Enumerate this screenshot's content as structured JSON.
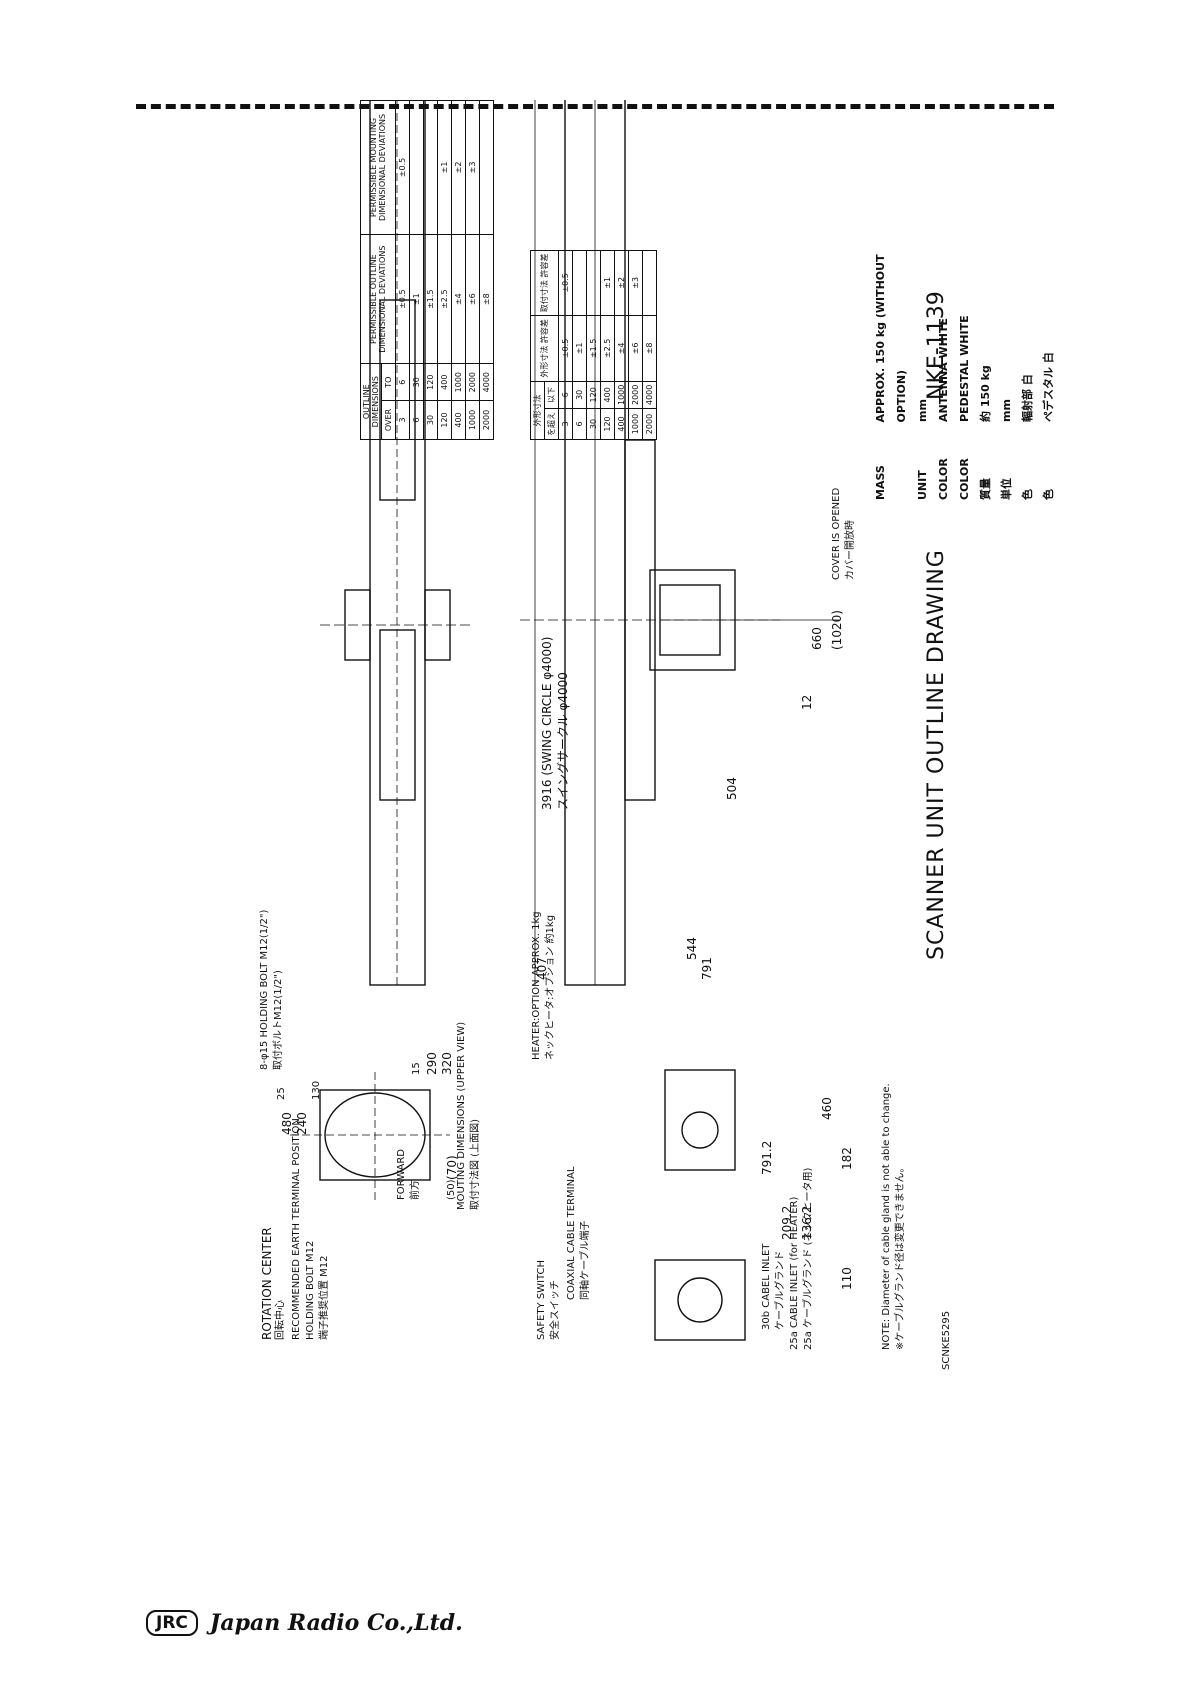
{
  "header": {
    "rule": "dashed"
  },
  "title": "SCANNER UNIT OUTLINE DRAWING",
  "model": "NKE-1139",
  "drawing_number": "SCNKE5295",
  "company": {
    "badge": "JRC",
    "name": "Japan Radio Co.,Ltd."
  },
  "specs": [
    {
      "label": "MASS",
      "value": "APPROX. 150 kg (WITHOUT OPTION)"
    },
    {
      "label": "UNIT",
      "value": "mm"
    },
    {
      "label": "COLOR",
      "value": "ANTENNA WHITE"
    },
    {
      "label": "COLOR",
      "value": "PEDESTAL WHITE"
    },
    {
      "label": "質量",
      "value": "約 150 kg"
    },
    {
      "label": "単位",
      "value": "mm"
    },
    {
      "label": "色",
      "value": "輻射部 白"
    },
    {
      "label": "色",
      "value": "ペデスタル 白"
    }
  ],
  "tolerance_en": {
    "headers": [
      "OUTLINE DIMENSIONS",
      "PERMISSIBLE OUTLINE DIMENSIONAL DEVIATIONS",
      "PERMISSIBLE MOUNTING DIMENSIONAL DEVIATIONS"
    ],
    "sub": [
      "OVER",
      "TO"
    ],
    "rows": [
      [
        "3",
        "6",
        "±0.5",
        "±0.5"
      ],
      [
        "6",
        "30",
        "±1",
        ""
      ],
      [
        "30",
        "120",
        "±1.5",
        ""
      ],
      [
        "120",
        "400",
        "±2.5",
        "±1"
      ],
      [
        "400",
        "1000",
        "±4",
        "±2"
      ],
      [
        "1000",
        "2000",
        "±6",
        "±3"
      ],
      [
        "2000",
        "4000",
        "±8",
        ""
      ]
    ]
  },
  "tolerance_jp": {
    "headers": [
      "外形寸法",
      "外形寸法 許容差",
      "取付寸法 許容差"
    ],
    "sub": [
      "を超え",
      "以下"
    ],
    "rows": [
      [
        "3",
        "6",
        "±0.5",
        "±0.5"
      ],
      [
        "6",
        "30",
        "±1",
        ""
      ],
      [
        "30",
        "120",
        "±1.5",
        ""
      ],
      [
        "120",
        "400",
        "±2.5",
        "±1"
      ],
      [
        "400",
        "1000",
        "±4",
        "±2"
      ],
      [
        "1000",
        "2000",
        "±6",
        "±3"
      ],
      [
        "2000",
        "4000",
        "±8",
        ""
      ]
    ]
  },
  "labels": {
    "rotation_center": "ROTATION CENTER",
    "rotation_center_jp": "回転中心",
    "earth": "RECOMMENDED EARTH TERMINAL POSITION",
    "holding_bolt": "HOLDING BOLT M12",
    "earth_jp": "端子推奨位置 M12",
    "holding_bolt_top": "8-φ15 HOLDING BOLT M12(1/2\")",
    "holding_bolt_top_jp": "取付ボルトM12(1/2\")",
    "forward": "FORWARD",
    "forward_jp": "前方",
    "mounting": "MOUTING DIMENSIONS (UPPER VIEW)",
    "mounting_jp": "取付寸法図 (上面図)",
    "safety": "SAFETY SWITCH",
    "safety_jp": "安全スイッチ",
    "coax": "COAXIAL CABLE TERMINAL",
    "coax_jp": "同軸ケーブル端子",
    "cable30b": "30b CABEL INLET",
    "cable30b_jp": "ケーブルグランド",
    "cable25a": "25a CABLE INLET (for HEATER)",
    "cable25a_jp": "25a ケーブルグランド (ネックヒータ用)",
    "heater": "HEATER:OPTION APPROX. 1kg",
    "heater_jp": "ネックヒータ:オプション 約1kg",
    "swing": "3916 (SWING CIRCLE φ4000)",
    "swing_jp": "スイングサークル φ4000",
    "cover": "COVER IS OPENED",
    "cover_jp": "カバー開放時",
    "note": "NOTE: Diameter of cable gland is not able to change.",
    "note_jp": "※ケーブルグランド径は変更できません。"
  },
  "dims": {
    "d480": "480",
    "d240": "240",
    "d25": "25",
    "d130": "130",
    "d320": "320",
    "d290": "290",
    "d15": "15",
    "d70": "(70)",
    "d50": "(50)",
    "d407": "407",
    "d791": "791",
    "d544": "544",
    "d504": "504",
    "d7912": "791.2",
    "d2092": "209.2",
    "d1362": "136.2",
    "d110": "110",
    "d182": "182",
    "d460": "460",
    "d660": "660",
    "d1020": "(1020)",
    "d12": "12"
  }
}
